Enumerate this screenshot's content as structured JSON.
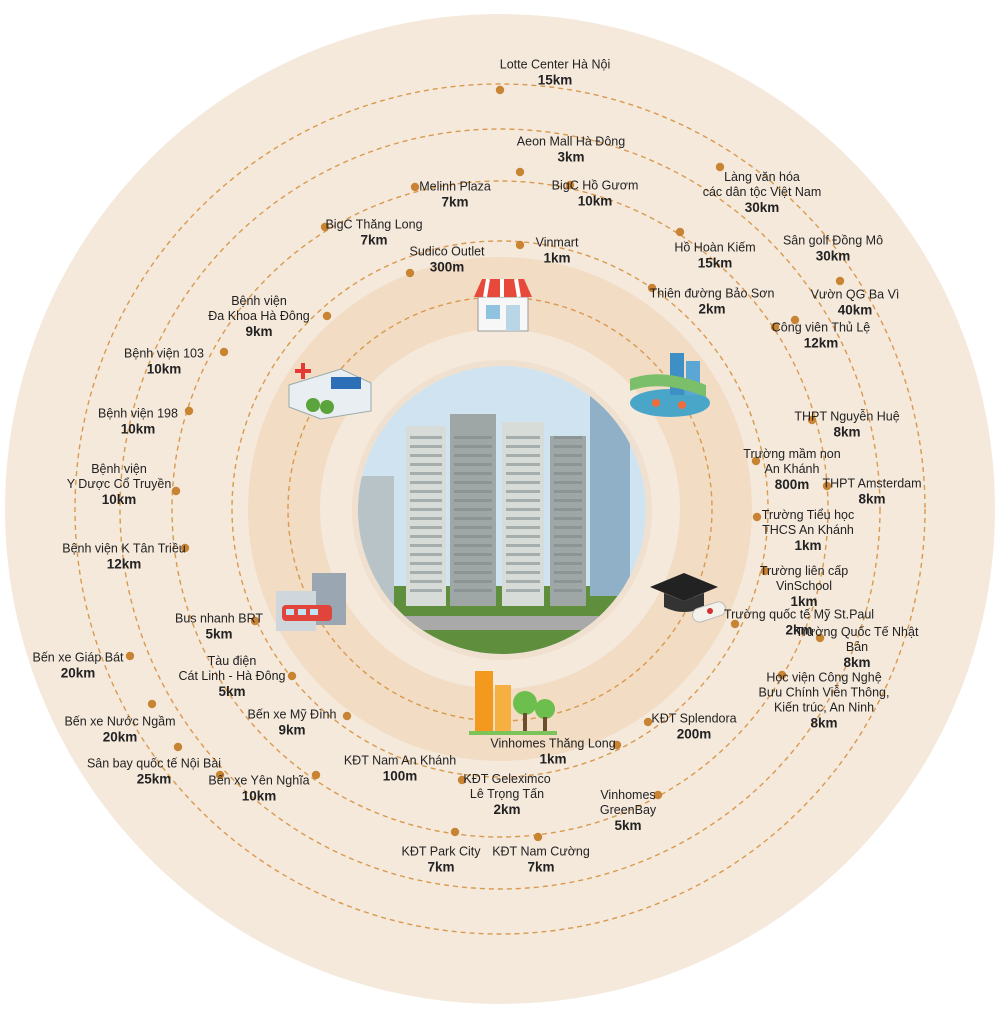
{
  "colors": {
    "outer_disc": "#f5e9dc",
    "band": "#f2dcc4",
    "ring_line": "#d99a4e",
    "dot": "#c98433",
    "sky": "#cfe4f0",
    "tower": "#d8dcd9",
    "tower_shade": "#9fa7a6",
    "green": "#5f8f3c"
  },
  "icons": [
    "shop-icon",
    "hospital-icon",
    "resort-icon",
    "school-icon",
    "transit-icon",
    "city-park-icon"
  ],
  "center_image": "apartment-towers-rendering",
  "places": [
    {
      "name": "Lotte Center Hà Nội",
      "distance": "15km"
    },
    {
      "name": "Aeon Mall Hà Đông",
      "distance": "3km"
    },
    {
      "name": "BigC Hồ Gươm",
      "distance": "10km"
    },
    {
      "name": "Melinh Plaza",
      "distance": "7km"
    },
    {
      "name": "Làng văn hóa\ncác dân tộc Việt Nam",
      "distance": "30km"
    },
    {
      "name": "BigC Thăng Long",
      "distance": "7km"
    },
    {
      "name": "Sân golf Đồng Mô",
      "distance": "30km"
    },
    {
      "name": "Sudico Outlet",
      "distance": "300m"
    },
    {
      "name": "Vinmart",
      "distance": "1km"
    },
    {
      "name": "Hồ Hoàn Kiếm",
      "distance": "15km"
    },
    {
      "name": "Vườn QG Ba Vì",
      "distance": "40km"
    },
    {
      "name": "Thiên đường Bảo Sơn",
      "distance": "2km"
    },
    {
      "name": "Bệnh viện\nĐa Khoa Hà Đông",
      "distance": "9km"
    },
    {
      "name": "Công viên Thủ Lệ",
      "distance": "12km"
    },
    {
      "name": "Bệnh viện 103",
      "distance": "10km"
    },
    {
      "name": "Bệnh viện 198",
      "distance": "10km"
    },
    {
      "name": "THPT Nguyễn Huệ",
      "distance": "8km"
    },
    {
      "name": "Trường mầm non\nAn Khánh",
      "distance": "800m"
    },
    {
      "name": "Bệnh viện\nY Dược Cổ Truyền",
      "distance": "10km"
    },
    {
      "name": "THPT Amsterdam",
      "distance": "8km"
    },
    {
      "name": "Trường Tiểu học\nTHCS An Khánh",
      "distance": "1km"
    },
    {
      "name": "Bệnh viện K Tân Triều",
      "distance": "12km"
    },
    {
      "name": "Trường liên cấp\nVinSchool",
      "distance": "1km"
    },
    {
      "name": "Bus nhanh BRT",
      "distance": "5km"
    },
    {
      "name": "Trường quốc tế Mỹ St.Paul",
      "distance": "2km"
    },
    {
      "name": "Trường Quốc Tế Nhật Bản",
      "distance": "8km"
    },
    {
      "name": "Bến xe Giáp Bát",
      "distance": "20km"
    },
    {
      "name": "Tàu điện\nCát Linh - Hà Đông",
      "distance": "5km"
    },
    {
      "name": "Học viện Công Nghệ\nBưu Chính Viễn Thông,\nKiến trúc, An Ninh",
      "distance": "8km"
    },
    {
      "name": "Bến xe Mỹ Đình",
      "distance": "9km"
    },
    {
      "name": "Bến xe Nước Ngầm",
      "distance": "20km"
    },
    {
      "name": "KĐT Splendora",
      "distance": "200m"
    },
    {
      "name": "Vinhomes Thăng Long",
      "distance": "1km"
    },
    {
      "name": "Sân bay quốc tế Nội Bài",
      "distance": "25km"
    },
    {
      "name": "KĐT Nam An Khánh",
      "distance": "100m"
    },
    {
      "name": "Bến xe Yên Nghĩa",
      "distance": "10km"
    },
    {
      "name": "KĐT Geleximco\nLê Trọng Tấn",
      "distance": "2km"
    },
    {
      "name": "Vinhomes\nGreenBay",
      "distance": "5km"
    },
    {
      "name": "KĐT Park City",
      "distance": "7km"
    },
    {
      "name": "KĐT Nam Cường",
      "distance": "7km"
    }
  ]
}
